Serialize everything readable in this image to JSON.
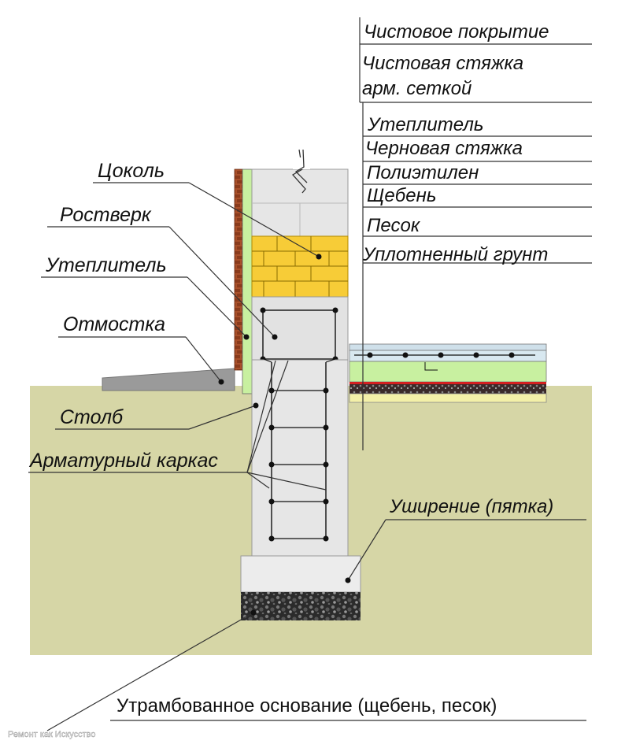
{
  "labels_left": {
    "cokol": "Цоколь",
    "rostverk": "Ростверк",
    "insulation": "Утеплитель",
    "otmostka": "Отмостка",
    "stolb": "Столб",
    "karkas": "Арматурный каркас"
  },
  "labels_right": {
    "finish_cover": "Чистовое покрытие",
    "finish_screed_line1": "Чистовая стяжка",
    "finish_screed_line2": "арм. сеткой",
    "insulation": "Утеплитель",
    "rough_screed": "Черновая стяжка",
    "polyethylene": "Полиэтилен",
    "gravel": "Щебень",
    "sand": "Песок",
    "compacted_soil": "Уплотненный грунт",
    "widening": "Уширение (пятка)"
  },
  "base_label": "Утрамбованное основание (щебень, песок)",
  "watermark": "Ремонт как Искусство",
  "colors": {
    "soil": "#d6d6a6",
    "concrete": "#e6e6e6",
    "brick_yellow": "#f7cc37",
    "insulation_green": "#c8f0a0",
    "facing_brick": "#a0522d",
    "gravel": "#333333",
    "floor_blue": "#cfe0ea",
    "floor_red": "#d42020",
    "floor_sand": "#f3f0a8"
  }
}
